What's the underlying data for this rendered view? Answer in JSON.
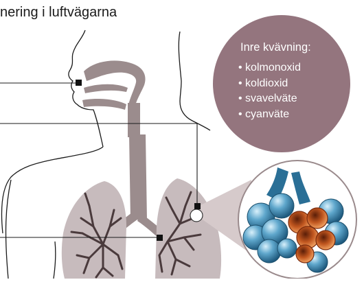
{
  "title": "nering i luftvägarna",
  "callout": {
    "heading": "Inre kvävning:",
    "items": [
      "kolmonoxid",
      "koldioxid",
      "svavelväte",
      "cyanväte"
    ]
  },
  "colors": {
    "airway": "#9b8c8d",
    "lungs": "#c7bbbd",
    "bronchi": "#4a3a3c",
    "callout_bg": "#94757e",
    "alveolus_blue": "#2f7fa8",
    "alveolus_damaged": "#b5401c",
    "markers": "#111111"
  },
  "icons": [
    "head-silhouette",
    "airway",
    "lungs",
    "alveoli-illustration",
    "pointer-marker"
  ]
}
